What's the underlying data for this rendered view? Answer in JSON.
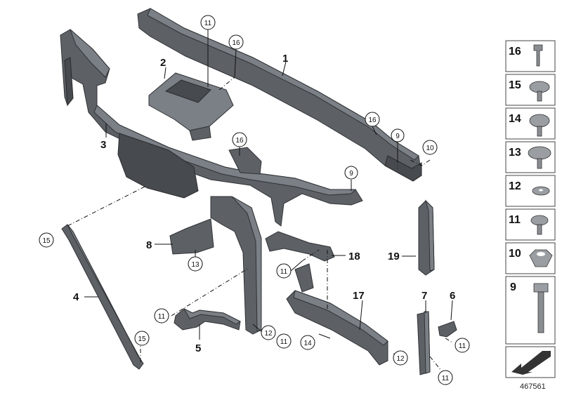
{
  "diagram": {
    "doc_id": "467561",
    "plain_labels": [
      "1",
      "2",
      "3",
      "4",
      "5",
      "6",
      "7",
      "8",
      "17",
      "18",
      "19"
    ],
    "circled_labels": [
      "11",
      "16",
      "16",
      "9",
      "10",
      "16",
      "9",
      "15",
      "13",
      "11",
      "11",
      "12",
      "11",
      "14",
      "12",
      "11",
      "11",
      "15"
    ],
    "legend": [
      "16",
      "15",
      "14",
      "13",
      "12",
      "11",
      "10",
      "9"
    ]
  }
}
